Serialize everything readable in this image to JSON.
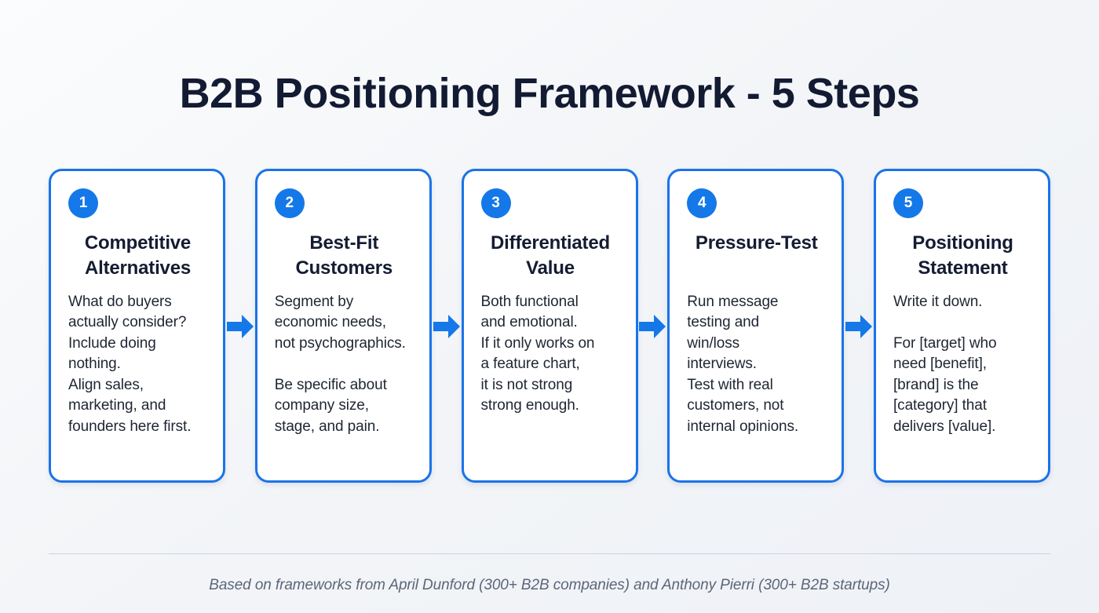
{
  "page": {
    "title": "B2B Positioning Framework - 5 Steps",
    "footer_note": "Based on frameworks from April Dunford (300+ B2B companies) and Anthony Pierri (300+ B2B startups)",
    "accent_color": "#1a73e8",
    "badge_color": "#1478e8",
    "title_color": "#131b33",
    "background_color": "#f3f5f8",
    "card_background": "#ffffff",
    "divider_color": "#ccd3de",
    "footer_color": "#5b6678"
  },
  "steps": [
    {
      "number": "1",
      "title": "Competitive Alternatives",
      "body": "What do buyers\nactually consider?\nInclude doing\nnothing.\nAlign sales,\nmarketing, and\nfounders here first.",
      "title_lines": 2
    },
    {
      "number": "2",
      "title": "Best-Fit Customers",
      "body": "Segment by\neconomic needs,\nnot psychographics.\n\nBe specific about\ncompany size,\nstage, and pain.",
      "title_lines": 2
    },
    {
      "number": "3",
      "title": "Differentiated Value",
      "body": "Both functional\nand emotional.\nIf it only works on\na feature chart,\nit is not strong\nstrong enough.",
      "title_lines": 2
    },
    {
      "number": "4",
      "title": "Pressure-Test",
      "body": "Run message\ntesting and\nwin/loss\ninterviews.\nTest with real\ncustomers, not\ninternal opinions.",
      "title_lines": 1
    },
    {
      "number": "5",
      "title": "Positioning Statement",
      "body": "Write it down.\n\nFor [target] who\nneed [benefit],\n[brand] is the\n[category] that\ndelivers [value].",
      "title_lines": 2
    }
  ],
  "connectors": [
    {
      "icon": "arrow-right-icon"
    },
    {
      "icon": "arrow-right-icon"
    },
    {
      "icon": "arrow-right-icon"
    },
    {
      "icon": "arrow-right-icon"
    }
  ]
}
